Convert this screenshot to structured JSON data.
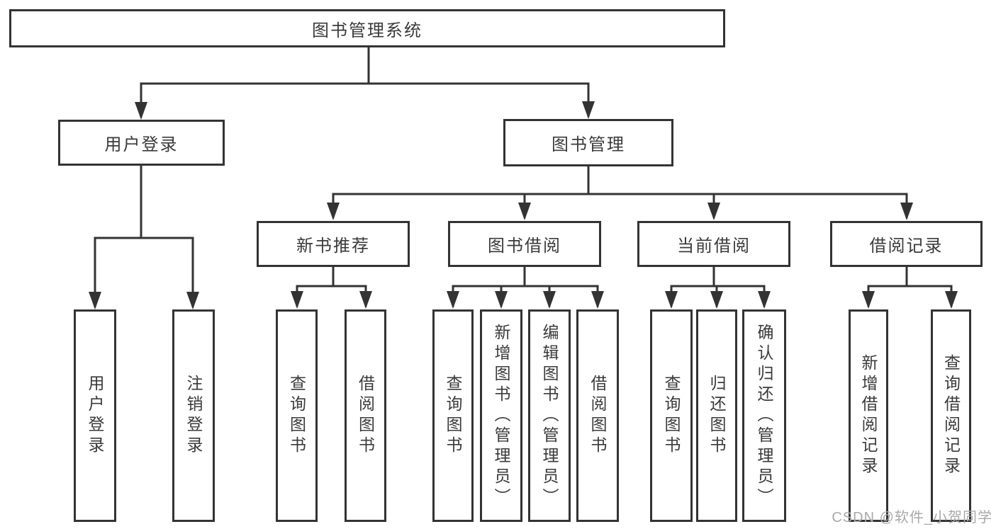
{
  "diagram": {
    "root": "图书管理系统",
    "branches": [
      {
        "label": "用户登录",
        "children": [
          "用户登录",
          "注销登录"
        ]
      },
      {
        "label": "图书管理",
        "sections": [
          {
            "label": "新书推荐",
            "children": [
              "查询图书",
              "借阅图书"
            ]
          },
          {
            "label": "图书借阅",
            "children": [
              "查询图书",
              "新增图书（管理员）",
              "编辑图书（管理员）",
              "借阅图书"
            ]
          },
          {
            "label": "当前借阅",
            "children": [
              "查询图书",
              "归还图书",
              "确认归还（管理员）"
            ]
          },
          {
            "label": "借阅记录",
            "children": [
              "新增借阅记录",
              "查询借阅记录"
            ]
          }
        ]
      }
    ]
  },
  "watermark": "CSDN @软件_小贺同学",
  "colors": {
    "line": "#333333",
    "text": "#3a3a3a",
    "box_background": "#ffffff",
    "background": "#ffffff",
    "watermark": "#a9a9a9"
  }
}
